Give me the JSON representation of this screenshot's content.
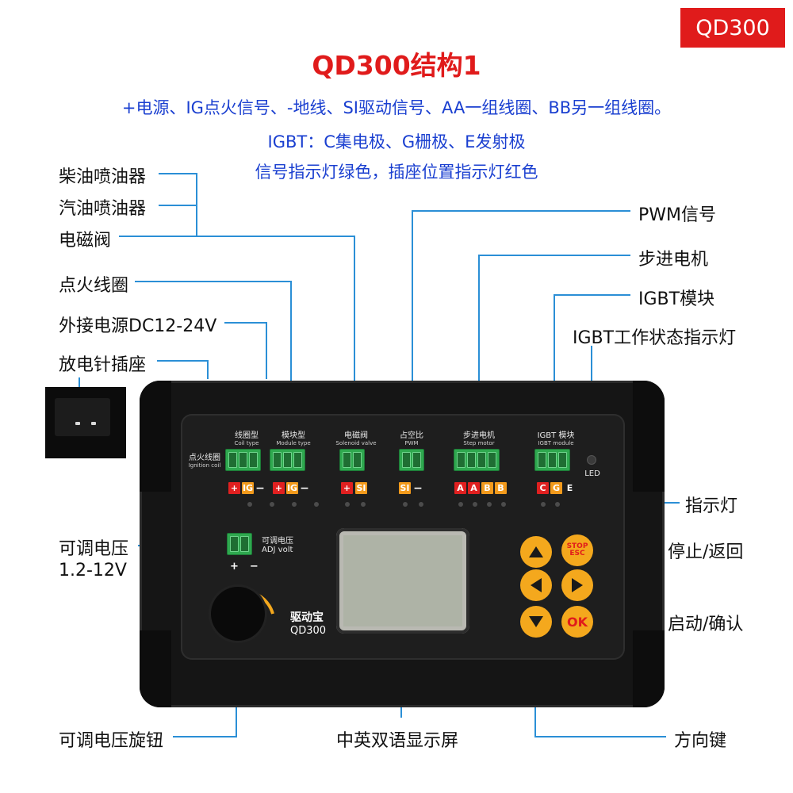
{
  "badge": "QD300",
  "title": "QD300结构1",
  "subtitle_lines": [
    "+电源、IG点火信号、-地线、SI驱动信号、AA一组线圈、BB另一组线圈。",
    "IGBT：C集电极、G栅极、E发射极",
    "信号指示灯绿色，插座位置指示灯红色"
  ],
  "left_labels": {
    "diesel": "柴油喷油器",
    "gasoline": "汽油喷油器",
    "solenoid": "电磁阀",
    "coil": "点火线圈",
    "power": "外接电源DC12-24V",
    "discharge": "放电针插座",
    "adj_voltage": "可调电压",
    "adj_range": "1.2-12V",
    "knob": "可调电压旋钮"
  },
  "right_labels": {
    "pwm": "PWM信号",
    "stepper": "步进电机",
    "igbt": "IGBT模块",
    "igbt_led": "IGBT工作状态指示灯",
    "indicator": "指示灯",
    "stop": "停止/返回",
    "start": "启动/确认",
    "direction": "方向键"
  },
  "bottom_labels": {
    "screen": "中英双语显示屏"
  },
  "panel": {
    "ign_coil_cn": "点火线圈",
    "ign_coil_en": "Ignition coil",
    "coil_type_cn": "线圈型",
    "coil_type_en": "Coil type",
    "module_type_cn": "模块型",
    "module_type_en": "Module type",
    "solenoid_cn": "电磁阀",
    "solenoid_en": "Solenoid valve",
    "pwm_cn": "占空比",
    "pwm_en": "PWM",
    "step_cn": "步进电机",
    "step_en": "Step motor",
    "igbt_cn": "IGBT 模块",
    "igbt_en": "IGBT module",
    "led": "LED",
    "adj_cn": "可调电压",
    "adj_en": "ADJ volt",
    "plus": "+",
    "minus": "−",
    "tags": {
      "plus": "+",
      "ig": "IG",
      "si": "SI",
      "a": "A",
      "b": "B",
      "c": "C",
      "g": "G",
      "e": "E",
      "dash": "−"
    },
    "brand_cn": "驱动宝",
    "brand_model": "QD300",
    "stop_btn_line1": "STOP",
    "stop_btn_line2": "ESC",
    "ok_btn": "OK"
  },
  "colors": {
    "accent_red": "#e01b1b",
    "subtitle_blue": "#1a3fd0",
    "line_blue": "#2b8fd6",
    "button_orange": "#f4a81d",
    "terminal_green": "#2fa84f"
  }
}
